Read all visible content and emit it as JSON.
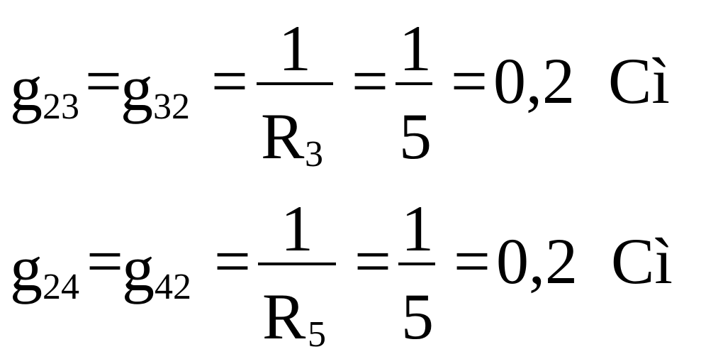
{
  "equations": [
    {
      "lhs_symbol": "g",
      "lhs_subscript": "23",
      "mid_symbol": "g",
      "mid_subscript": "32",
      "eq_sign": "=",
      "fraction1": {
        "numerator": "1",
        "denominator_symbol": "R",
        "denominator_subscript": "3"
      },
      "fraction2": {
        "numerator": "1",
        "denominator": "5"
      },
      "result_value": "0,2",
      "unit": "Cì"
    },
    {
      "lhs_symbol": "g",
      "lhs_subscript": "24",
      "mid_symbol": "g",
      "mid_subscript": "42",
      "eq_sign": "=",
      "fraction1": {
        "numerator": "1",
        "denominator_symbol": "R",
        "denominator_subscript": "5"
      },
      "fraction2": {
        "numerator": "1",
        "denominator": "5"
      },
      "result_value": "0,2",
      "unit": "Cì"
    }
  ]
}
